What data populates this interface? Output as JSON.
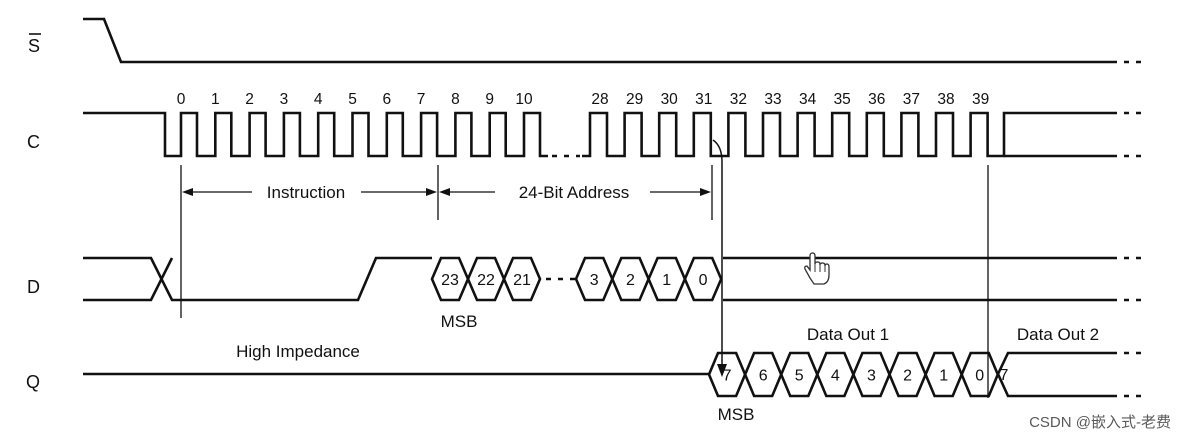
{
  "signals": {
    "s": "S",
    "c": "C",
    "d": "D",
    "q": "Q"
  },
  "clock_labels_first": [
    "0",
    "1",
    "2",
    "3",
    "4",
    "5",
    "6",
    "7",
    "8",
    "9",
    "10"
  ],
  "clock_labels_second": [
    "28",
    "29",
    "30",
    "31",
    "32",
    "33",
    "34",
    "35",
    "36",
    "37",
    "38",
    "39"
  ],
  "spans": {
    "instruction": "Instruction",
    "address": "24-Bit Address"
  },
  "d_bits_first": [
    "23",
    "22",
    "21"
  ],
  "d_bits_second": [
    "3",
    "2",
    "1",
    "0"
  ],
  "q_bits": [
    "7",
    "6",
    "5",
    "4",
    "3",
    "2",
    "1",
    "0"
  ],
  "q_next_bit": "7",
  "labels": {
    "msb_d": "MSB",
    "msb_q": "MSB",
    "high_impedance": "High Impedance",
    "data_out_1": "Data Out 1",
    "data_out_2": "Data Out 2"
  },
  "watermark": "CSDN @嵌入式-老费",
  "cursor_icon": "hand-pointer-icon"
}
